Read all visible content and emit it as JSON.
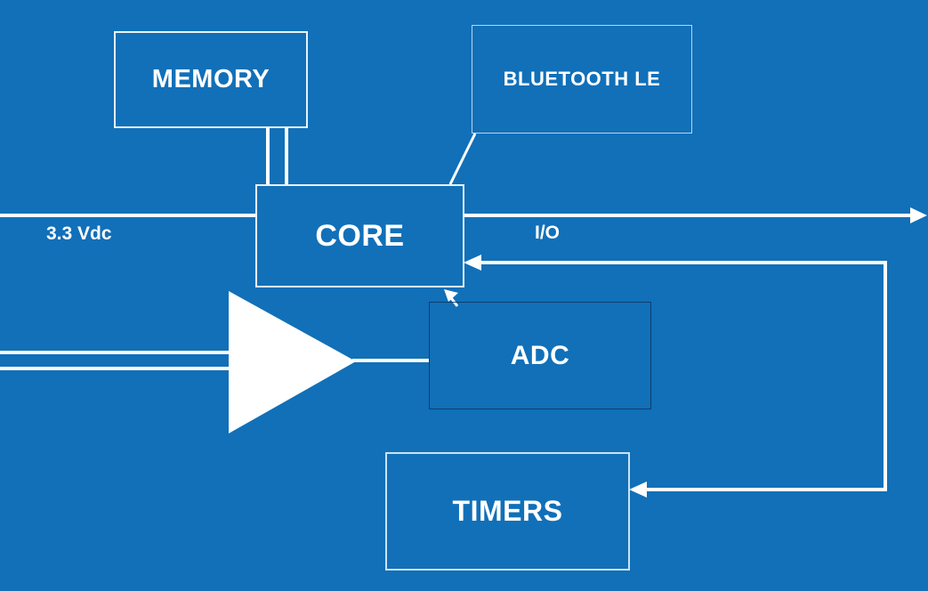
{
  "diagram": {
    "type": "block-diagram",
    "description": "Microcontroller system block diagram on blue background",
    "colors": {
      "background": "#1170b8",
      "line": "#ffffff",
      "text": "#ffffff"
    },
    "blocks": [
      {
        "id": "memory",
        "label": "MEMORY"
      },
      {
        "id": "bluetooth",
        "label": "BLUETOOTH LE"
      },
      {
        "id": "core",
        "label": "CORE"
      },
      {
        "id": "adc",
        "label": "ADC"
      },
      {
        "id": "timers",
        "label": "TIMERS"
      }
    ],
    "wire_labels": {
      "power": "3.3 Vdc",
      "io": "I/O"
    },
    "connections": [
      "power line from left edge into CORE (3.3 Vdc)",
      "I/O line from CORE to right edge with right arrowhead",
      "MEMORY to CORE via double vertical bus",
      "BLUETOOTH LE to CORE via diagonal line",
      "double input lines from left edge into amplifier triangle",
      "amplifier output into ADC",
      "ADC arrow up-left into CORE bottom",
      "feedback loop: right side down into TIMERS, arrowheads into CORE and into TIMERS"
    ],
    "icons": [
      {
        "id": "amplifier",
        "shape": "right-pointing filled triangle (op-amp)"
      }
    ]
  }
}
